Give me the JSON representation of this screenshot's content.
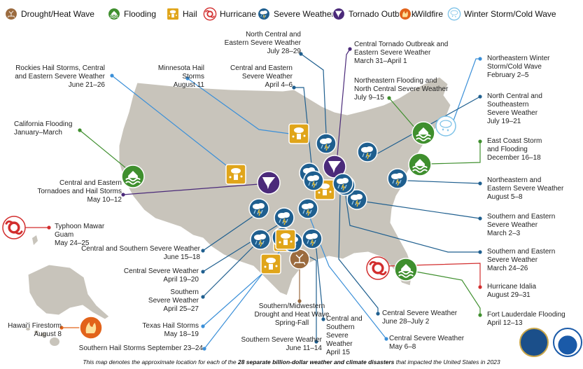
{
  "legend": [
    {
      "label": "Drought/Heat Wave",
      "icon": "drought-icon",
      "color": "#9b6b3f"
    },
    {
      "label": "Flooding",
      "icon": "flooding-icon",
      "color": "#3f8f2e"
    },
    {
      "label": "Hail",
      "icon": "hail-icon",
      "color": "#e0a51a"
    },
    {
      "label": "Hurricane",
      "icon": "hurricane-icon",
      "color": "#d22e2e"
    },
    {
      "label": "Severe Weather",
      "icon": "severe-weather-icon",
      "color": "#1f5f8f"
    },
    {
      "label": "Tornado Outbreak",
      "icon": "tornado-icon",
      "color": "#4b2a7a"
    },
    {
      "label": "Wildfire",
      "icon": "wildfire-icon",
      "color": "#e2631a"
    },
    {
      "label": "Winter Storm/Cold Wave",
      "icon": "winter-storm-icon",
      "color": "#7fc3e8"
    }
  ],
  "events": {
    "north_central_eastern": "North Central and\nEastern Severe Weather\nJuly 28–29",
    "central_tornado_outbreak": "Central Tornado Outbreak and\nEastern Severe Weather\nMarch 31–April 1",
    "rockies_hail": "Rockies Hail Storms, Central\nand Eastern Severe Weather\nJune 21–26",
    "minnesota_hail": "Minnesota Hail Storms\nAugust 11",
    "central_eastern_april": "Central and Eastern\nSevere Weather\nApril 4–6",
    "northeastern_flooding": "Northeastern Flooding and\nNorth Central Severe Weather\nJuly 9–15",
    "northeastern_winter": "Northeastern Winter\nStorm/Cold Wave\nFebruary 2–5",
    "north_central_southeastern": "North Central and\nSoutheastern\nSevere Weather\nJuly 19–21",
    "california_flooding": "California Flooding\nJanuary–March",
    "east_coast_flooding": "East Coast Storm\nand Flooding\nDecember 16–18",
    "central_eastern_tornadoes": "Central and Eastern\nTornadoes and Hail Storms\nMay 10–12",
    "northeastern_eastern": "Northeastern and\nEastern Severe Weather\nAugust 5–8",
    "typhoon_mawar": "Typhoon Mawar Guam\nMay 24–25",
    "southern_eastern_march2": "Southern and Eastern\nSevere Weather\nMarch 2–3",
    "central_southern_june": "Central and Southern Severe Weather\nJune 15–18",
    "southern_eastern_march24": "Southern and Eastern\nSevere Weather\nMarch 24–26",
    "central_april19": "Central Severe Weather\nApril 19–20",
    "southern_april25": "Southern\nSevere Weather\nApril 25–27",
    "hurricane_idalia": "Hurricane Idalia\nAugust 29–31",
    "drought": "Southern/Midwestern\nDrought and Heat Wave\nSpring-Fall",
    "texas_hail": "Texas Hail Storms\nMay 18–19",
    "fort_lauderdale": "Fort Lauderdale Flooding\nApril 12–13",
    "central_june28": "Central Severe Weather\nJune 28–July 2",
    "central_southern_april15": "Central and\nSouthern\nSevere Weather\nApril 15",
    "hawaii_firestorm": "Hawai'i Firestorm\nAugust 8",
    "central_may6": "Central Severe Weather\nMay 6–8",
    "southern_june11": "Southern Severe Weather\nJune 11–14",
    "southern_hail_sept": "Southern Hail Storms September 23–24"
  },
  "caption": {
    "pre": "This map denotes the approximate location for each of the ",
    "bold": "28 separate billion-dollar weather and climate disasters",
    "post": " that impacted the United States in 2023"
  },
  "colors": {
    "land": "#c8c4bb",
    "land_stroke": "#ffffff",
    "severe": "#1f5f8f",
    "flood": "#3f8f2e",
    "hail": "#e0a51a",
    "tornado": "#4b2a7a",
    "hurricane": "#d22e2e",
    "wildfire": "#e2631a",
    "drought": "#9b6b3f",
    "winter": "#7fc3e8",
    "drought_leader": "#9b6b3f",
    "blue_leader": "#1f5f8f",
    "light_blue_leader": "#3a8fd8"
  },
  "logos": [
    {
      "name": "commerce-seal",
      "color": "#1b4f8a"
    },
    {
      "name": "noaa-logo",
      "color": "#1a5aa8"
    }
  ]
}
